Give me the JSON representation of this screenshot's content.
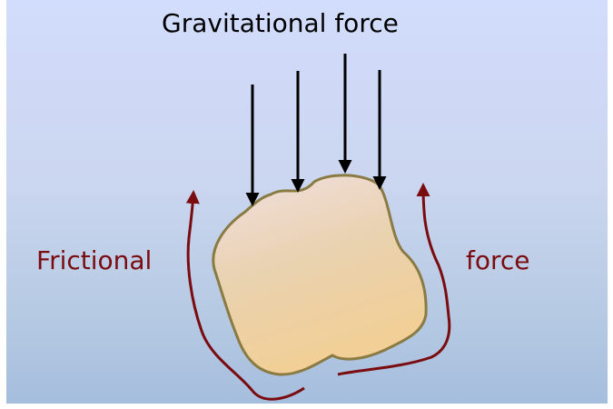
{
  "labels": {
    "title": "Gravitational force",
    "friction_left": "Frictional",
    "friction_right": "force"
  },
  "colors": {
    "background_top": "#d2dcfc",
    "background_bottom": "#a5bedd",
    "gravity_arrow": "#000000",
    "friction_arrow": "#7a0c10",
    "object_fill_top": "#f0dbd8",
    "object_fill_bottom": "#f0cf98",
    "object_stroke": "#8a7a44"
  },
  "icons": {
    "gravity_arrows": "down-arrow",
    "friction_arrows": "curved-up-arrow",
    "object": "irregular-blob"
  },
  "gravity_arrow_count": 4,
  "friction_arrow_count": 2
}
